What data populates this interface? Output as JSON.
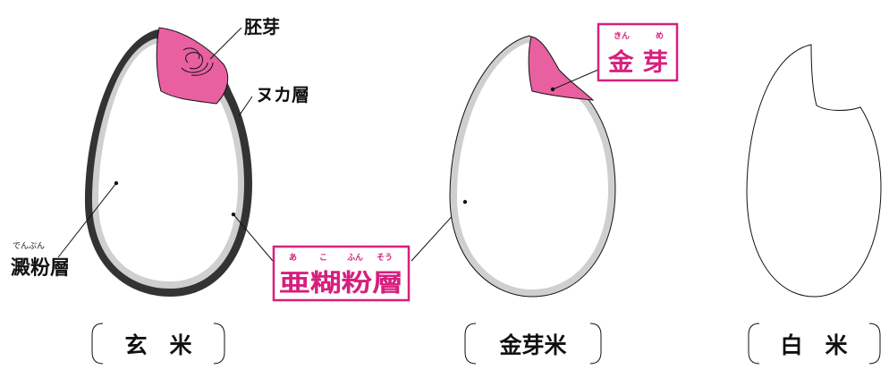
{
  "labels": {
    "germ": "胚芽",
    "bran_layer": "ヌカ層",
    "starch_ruby": "でんぷん",
    "starch_layer": "澱粉層",
    "subaleurone_ruby": [
      "あ",
      "こ",
      "ふん",
      "そう"
    ],
    "subaleurone_layer": "亜糊粉層",
    "golden_germ_ruby": [
      "きん",
      "め"
    ],
    "golden_germ": "金 芽"
  },
  "titles": {
    "brown_rice": "玄　米",
    "kinme_rice": "金芽米",
    "white_rice": "白　米"
  },
  "colors": {
    "germ_pink": "#e8609f",
    "accent_magenta": "#d6207e",
    "bran_dark": "#333333",
    "subaleurone_gray": "#cfcfcf"
  }
}
